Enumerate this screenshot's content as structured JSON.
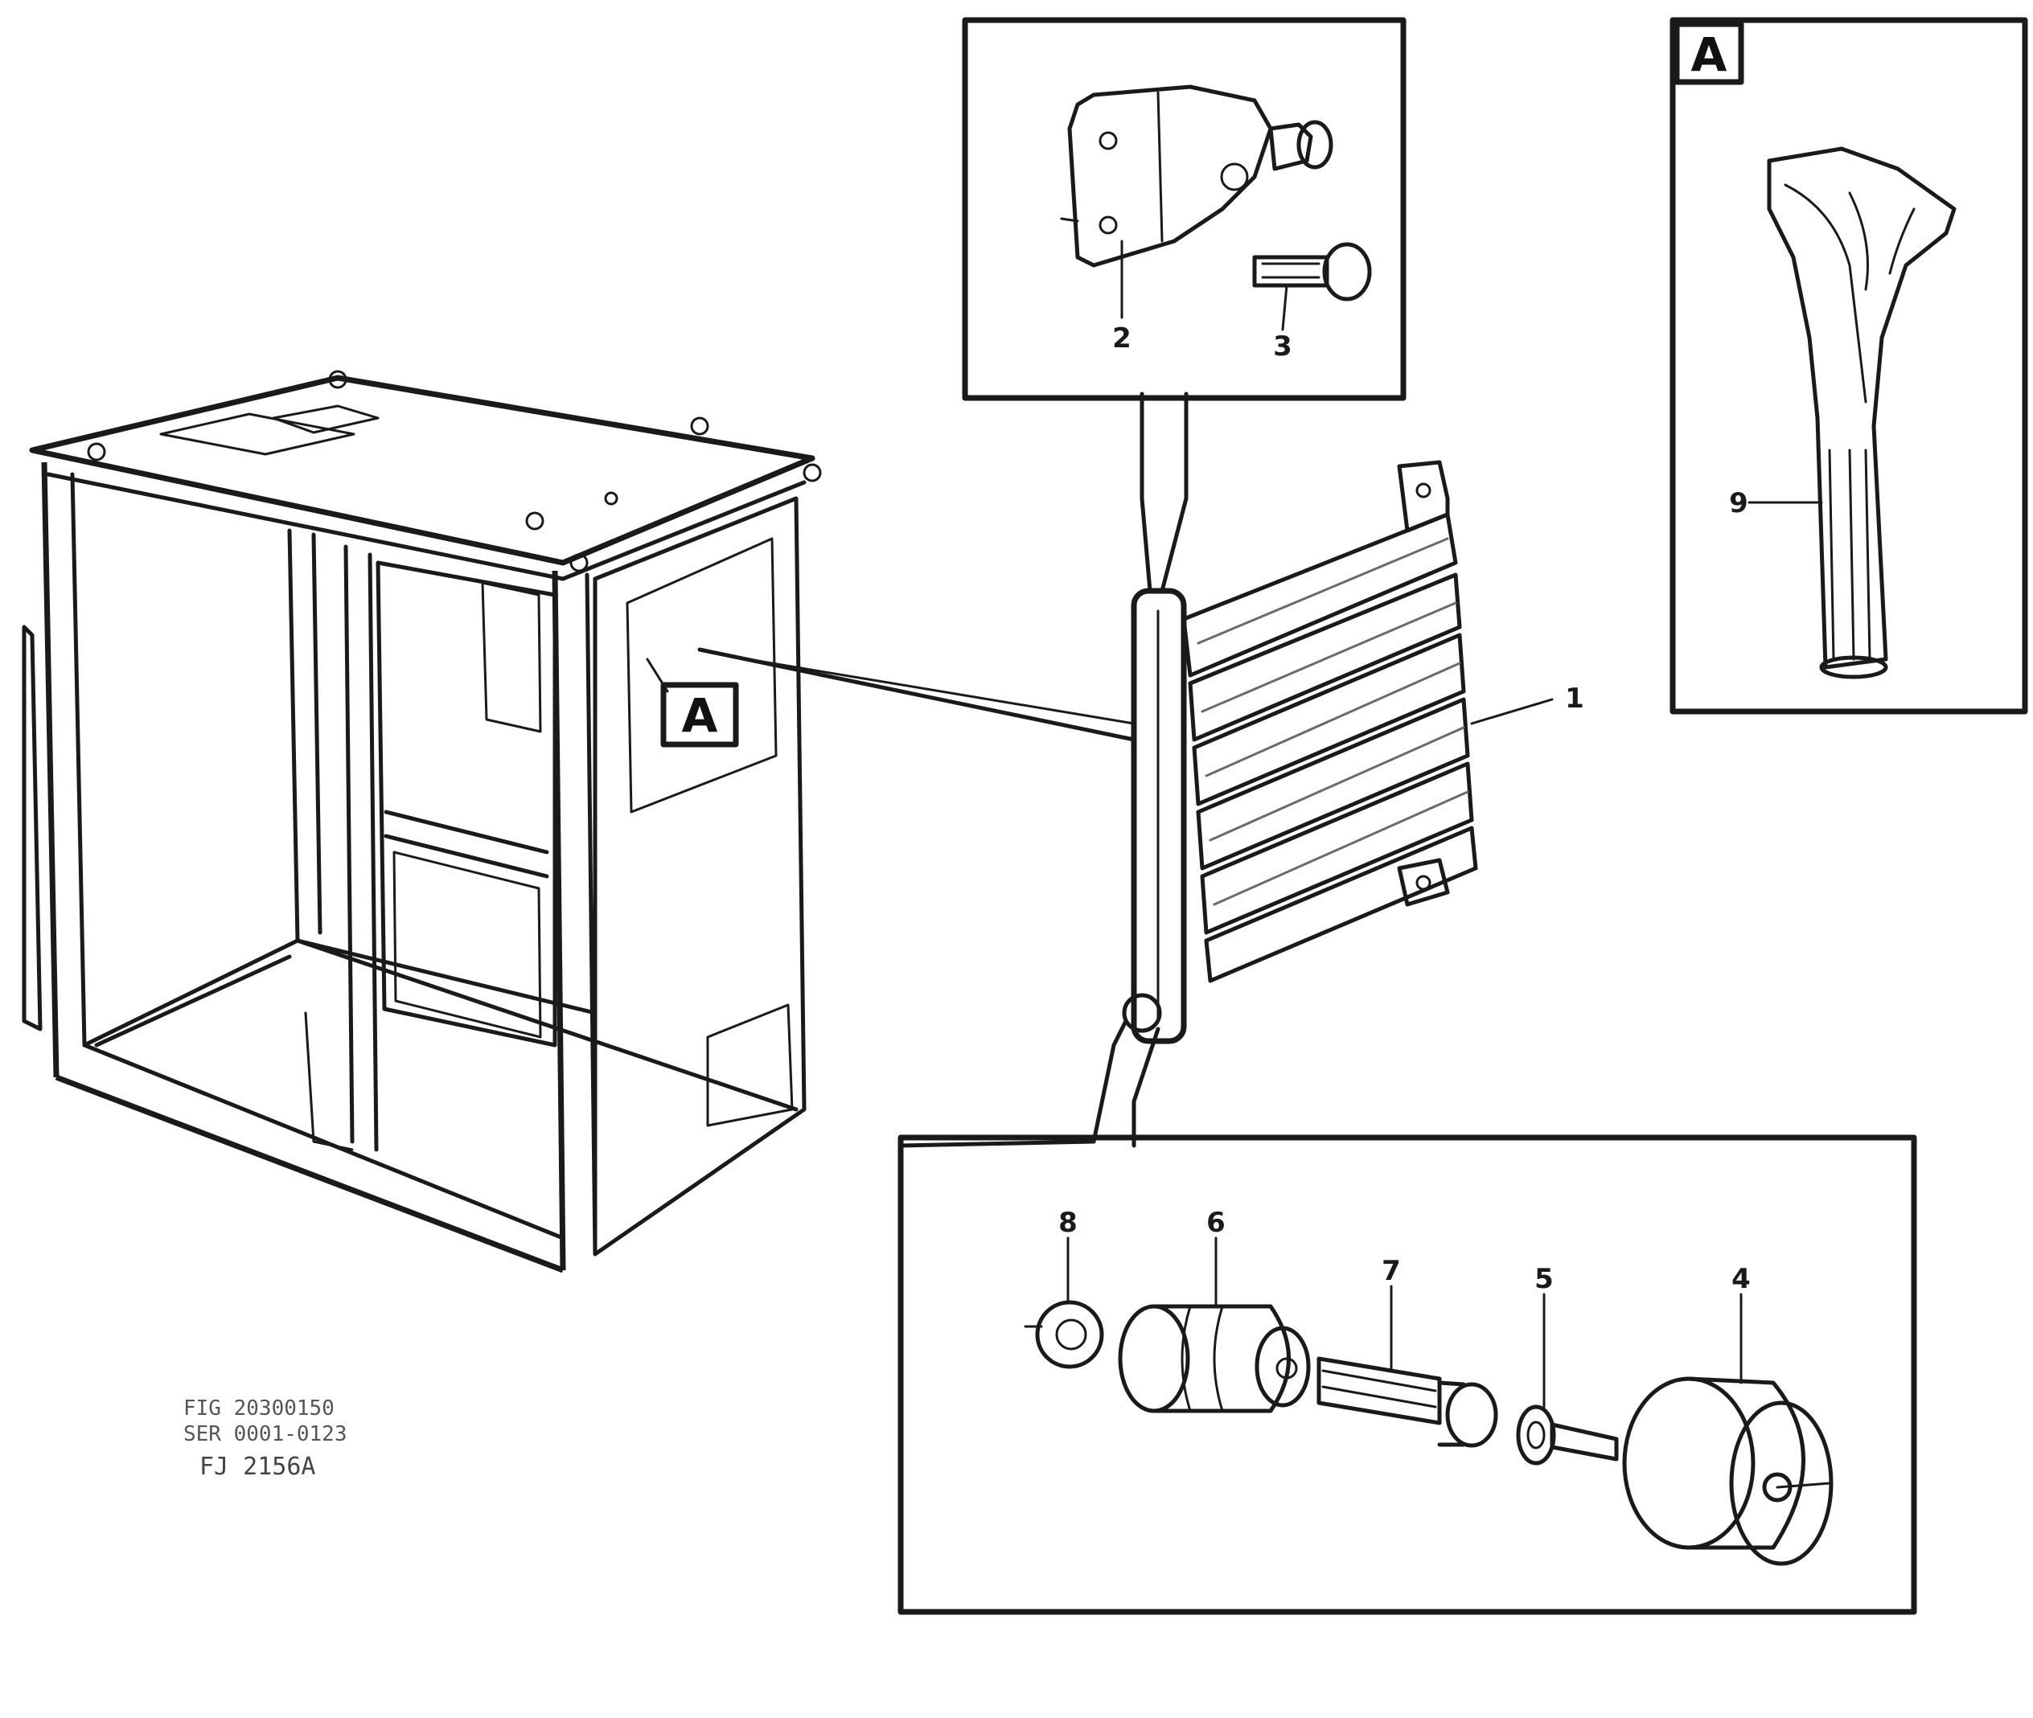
{
  "view_marker": "A",
  "callouts": {
    "door": "1",
    "hinge_plate": "2",
    "hinge_pin": "3",
    "gas_strut": "4",
    "washer": "5",
    "sleeve": "6",
    "bolt": "7",
    "nut": "8",
    "handle": "9"
  },
  "drawing_ref": {
    "line1": "FIG 20300150",
    "line2": "SER 0001-0123",
    "line3": "FJ 2156A"
  }
}
